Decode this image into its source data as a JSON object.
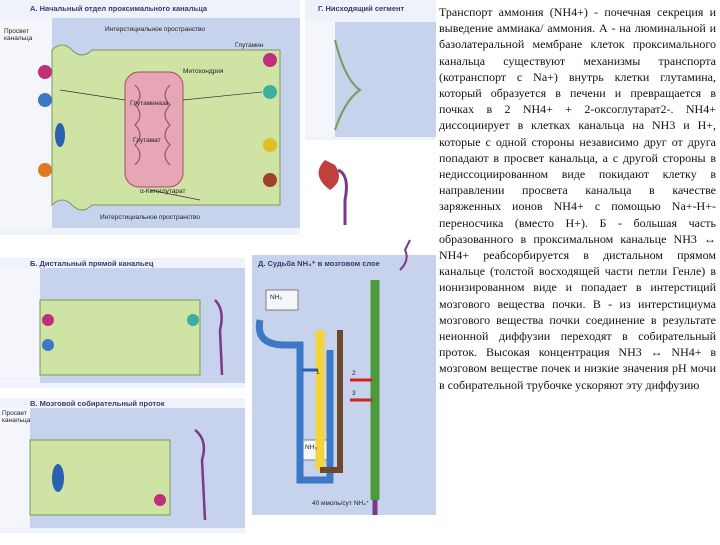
{
  "figure": {
    "panel_a_title": "А. Начальный отдел проксимального канальца",
    "panel_g_title": "Г. Нисходящий сегмент",
    "panel_b_title": "Б. Дистальный прямой канальец",
    "panel_v_title": "В. Мозговой собирательный проток",
    "panel_d_title": "Д. Судьба NH₄⁺ в мозговом слое",
    "interstitial_space": "Интерстициальное пространство",
    "lumen_label": "Просвет канальца",
    "lumen_label_v": "Просвет канальца",
    "mitochondria": "Митохондрия",
    "glutamine": "Глутамин",
    "glutaminase": "Глутаминаза",
    "glutamate": "Глутамат",
    "ketoglutarate": "α-Кетоглутарат",
    "nh3_box_top": "NH₃",
    "nh3_box_bottom": "NH₃",
    "footer_note": "40 ммоль/сут NH₄⁺",
    "num_1": "1",
    "num_2": "2",
    "num_3": "3"
  },
  "text": {
    "paragraph": "Транспорт аммония (NH4+) - почечная секреция и выведение аммиака/ аммония. А - на люминальной и базолатеральной мембране клеток проксимального канальца существуют механизмы транспорта (котранспорт с Na+) внутрь клетки глутамина, который образуется в печени и превращается в почках в 2 NH4+ + 2-оксоглутарат2-. NH4+ диссоциирует в клетках канальца на NH3 и H+, которые с одной стороны независимо друг от друга попадают в просвет канальца, а с другой стороны в недиссоциированном виде покидают клетку в направлении просвета канальца в качестве заряженных ионов NH4+ с помощью Na+-H+-переносчика (вместо H+). Б - большая часть образованного в проксимальном канальце NH3 ↔ NH4+ реабсорбируется в дистальном прямом канальце (толстой восходящей части петли Генле) в ионизированном виде и попадает в интерстиций мозгового вещества почки. В - из интерстициума мозгового вещества почки соединение в результате неионной диффузии переходят в собирательный проток. Высокая концентрация NH3 ↔ NH4+ в мозговом веществе почек и низкие значения pH мочи в собирательной трубочке ускоряют эту диффузию"
  },
  "colors": {
    "cell_green": "#cfe3a4",
    "interstitium_blue": "#c7d3ec",
    "lumen_white": "#f4f6fb",
    "mito_pink": "#e7a6b6",
    "yellow": "#f3d43c",
    "blue_tube": "#3c78c6",
    "green_tube": "#4c9a3c",
    "brown_tube": "#6a4a2a",
    "purple": "#7a3a8a",
    "red": "#d02020"
  }
}
